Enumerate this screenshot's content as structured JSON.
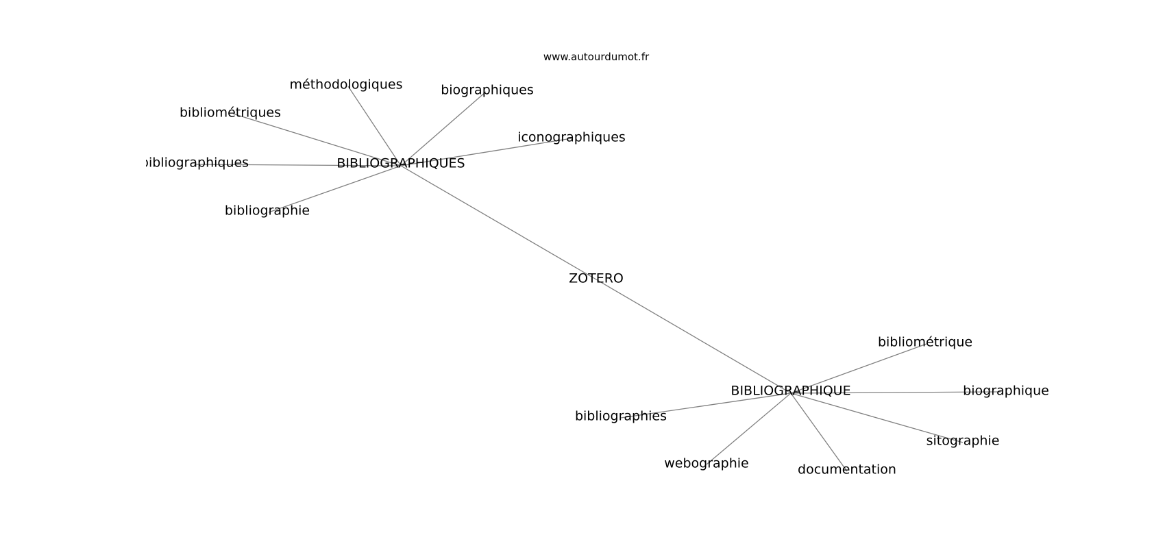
{
  "watermark": "www.autourdumot.fr",
  "colors": {
    "edge": "#808080",
    "text": "#000000",
    "background": "#ffffff"
  },
  "graph": {
    "nodes": [
      {
        "id": "zotero",
        "label": "ZOTERO"
      },
      {
        "id": "bibliographiques_hub",
        "label": "BIBLIOGRAPHIQUES"
      },
      {
        "id": "bibliographique_hub",
        "label": "BIBLIOGRAPHIQUE"
      },
      {
        "id": "methodologiques",
        "label": "méthodologiques"
      },
      {
        "id": "biographiques",
        "label": "biographiques"
      },
      {
        "id": "bibliometriques",
        "label": "bibliométriques"
      },
      {
        "id": "iconographiques",
        "label": "iconographiques"
      },
      {
        "id": "bibliographiques_leaf",
        "label": "bibliographiques"
      },
      {
        "id": "bibliographie",
        "label": "bibliographie"
      },
      {
        "id": "bibliometrique",
        "label": "bibliométrique"
      },
      {
        "id": "biographique",
        "label": "biographique"
      },
      {
        "id": "bibliographies",
        "label": "bibliographies"
      },
      {
        "id": "sitographie",
        "label": "sitographie"
      },
      {
        "id": "webographie",
        "label": "webographie"
      },
      {
        "id": "documentation",
        "label": "documentation"
      }
    ],
    "edges": [
      [
        "bibliographiques_hub",
        "zotero"
      ],
      [
        "zotero",
        "bibliographique_hub"
      ],
      [
        "bibliographiques_hub",
        "methodologiques"
      ],
      [
        "bibliographiques_hub",
        "biographiques"
      ],
      [
        "bibliographiques_hub",
        "bibliometriques"
      ],
      [
        "bibliographiques_hub",
        "iconographiques"
      ],
      [
        "bibliographiques_hub",
        "bibliographiques_leaf"
      ],
      [
        "bibliographiques_hub",
        "bibliographie"
      ],
      [
        "bibliographique_hub",
        "bibliometrique"
      ],
      [
        "bibliographique_hub",
        "biographique"
      ],
      [
        "bibliographique_hub",
        "bibliographies"
      ],
      [
        "bibliographique_hub",
        "sitographie"
      ],
      [
        "bibliographique_hub",
        "webographie"
      ],
      [
        "bibliographique_hub",
        "documentation"
      ]
    ]
  }
}
